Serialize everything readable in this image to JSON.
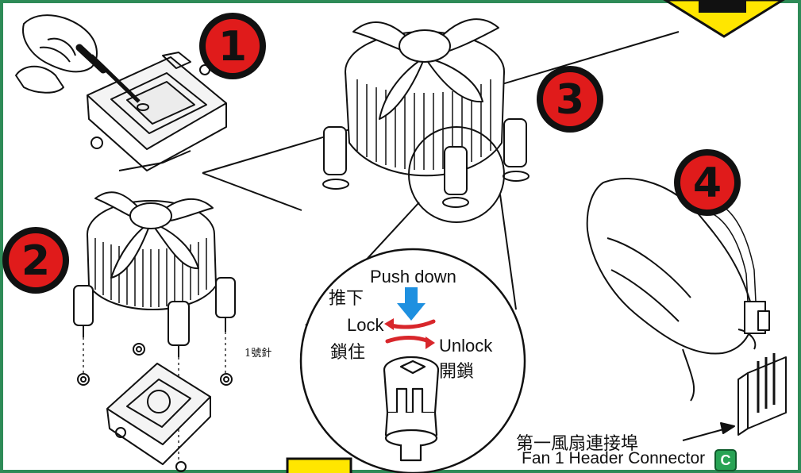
{
  "steps": [
    {
      "number": "1"
    },
    {
      "number": "2"
    },
    {
      "number": "3"
    },
    {
      "number": "4"
    }
  ],
  "callout": {
    "push_down_en": "Push down",
    "push_down_zh": "推下",
    "lock_en": "Lock",
    "lock_zh": "鎖住",
    "unlock_en": "Unlock",
    "unlock_zh": "開鎖"
  },
  "pin_label": "1號針",
  "connector": {
    "label_zh": "第一風扇連接埠",
    "label_en": "Fan 1 Header Connector",
    "badge": "C"
  },
  "colors": {
    "border_green": "#2e8b57",
    "step_red": "#e01b1b",
    "arrow_blue": "#1e90e0",
    "arrow_red": "#d8262b",
    "corner_yellow": "#ffe600",
    "badge_green": "#27a354"
  }
}
